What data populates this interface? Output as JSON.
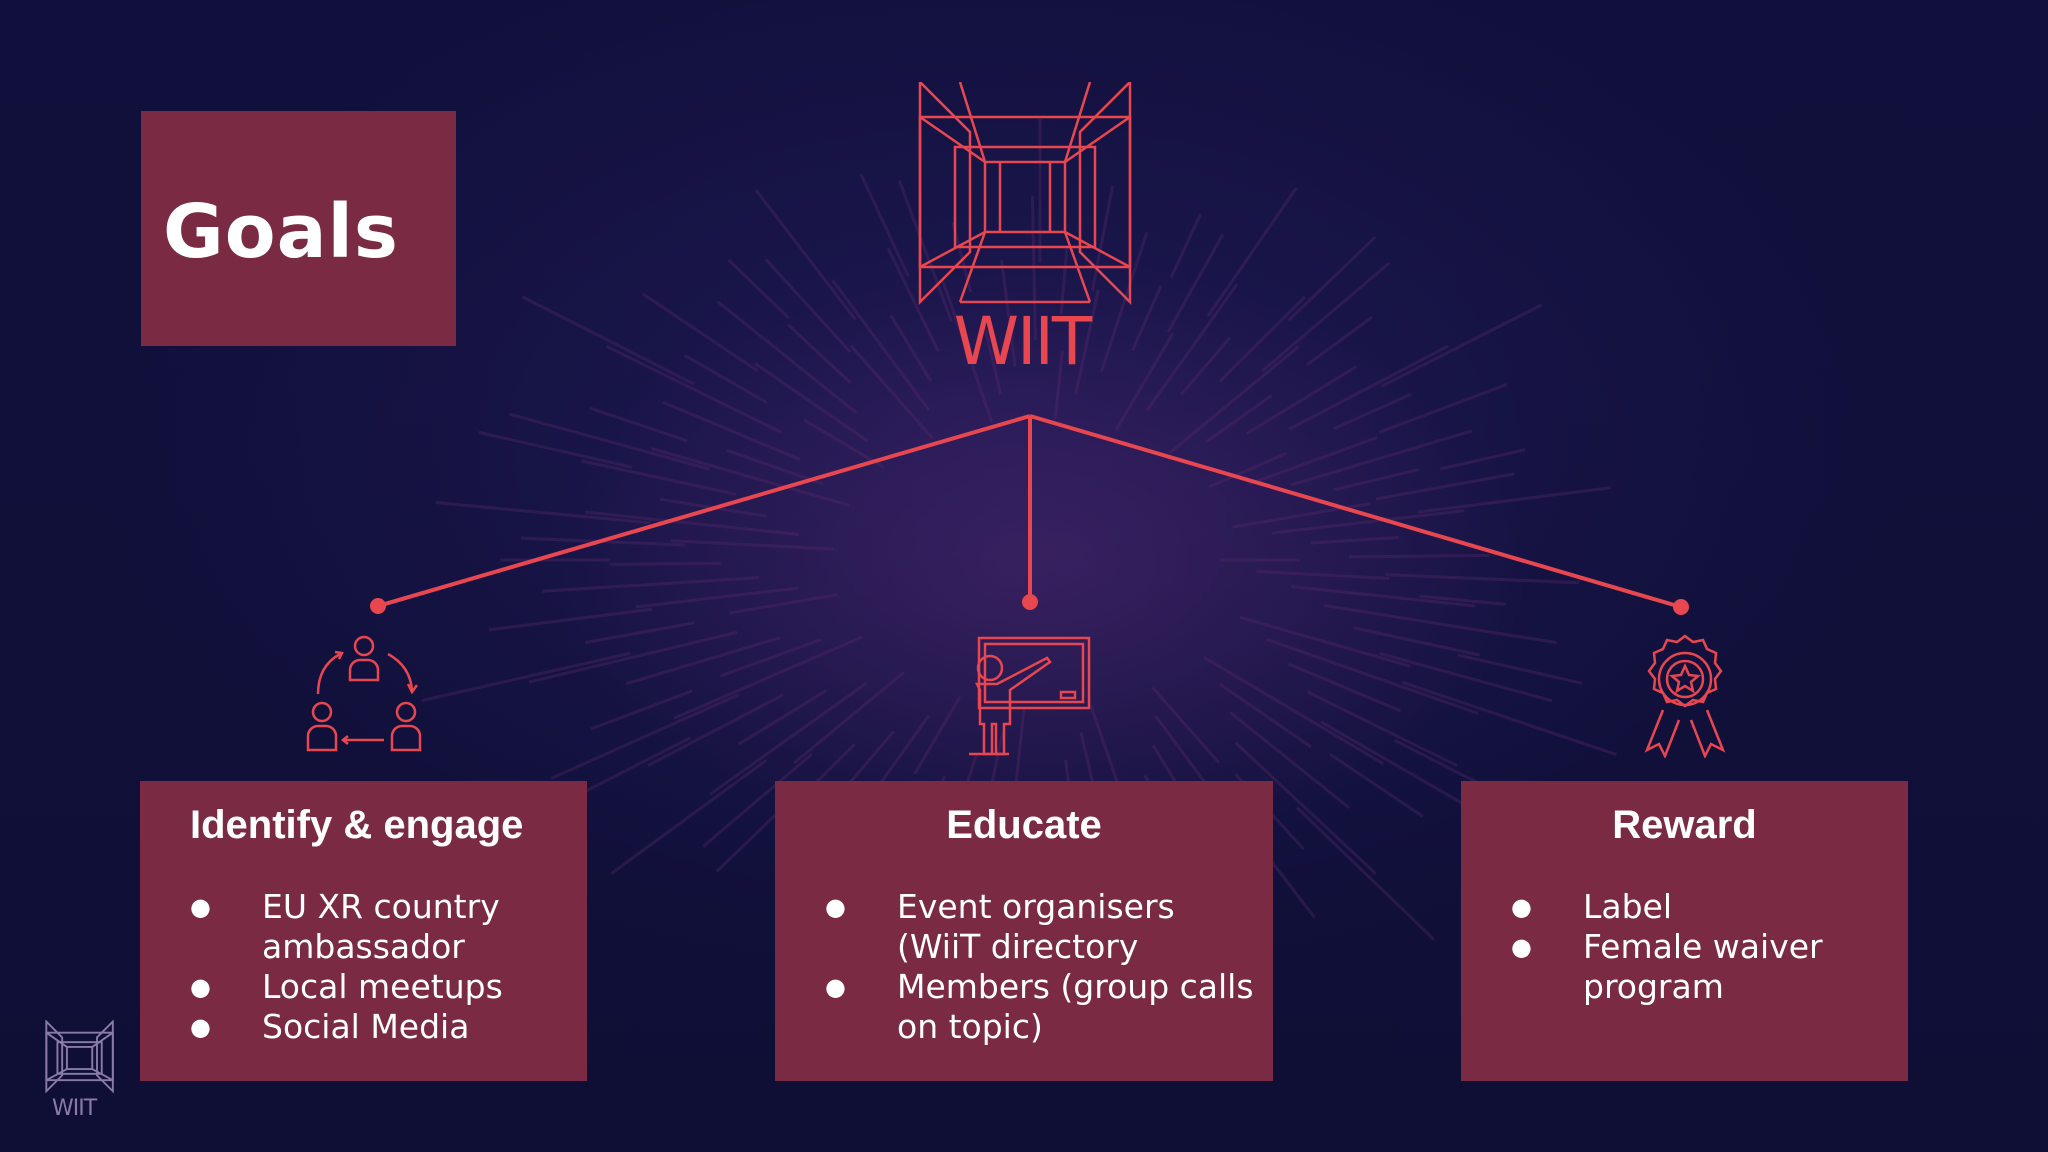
{
  "title": "Goals",
  "logo": {
    "text": "WIIT",
    "icon": "wiit-corridor-logo-icon"
  },
  "footer_logo": {
    "text": "WIIT",
    "icon": "wiit-corridor-logo-icon"
  },
  "colors": {
    "accent": "#e8474f",
    "card": "#7a2a42",
    "background": "#10103a"
  },
  "branches": [
    {
      "heading": "Identify & engage",
      "icon": "people-cycle-icon",
      "items": [
        "EU XR country ambassador",
        "Local meetups",
        "Social Media"
      ]
    },
    {
      "heading": "Educate",
      "icon": "teacher-board-icon",
      "items": [
        "Event organisers (WiiT directory",
        "Members (group calls on topic)"
      ]
    },
    {
      "heading": "Reward",
      "icon": "award-rosette-icon",
      "items": [
        "Label",
        "Female waiver program"
      ]
    }
  ]
}
